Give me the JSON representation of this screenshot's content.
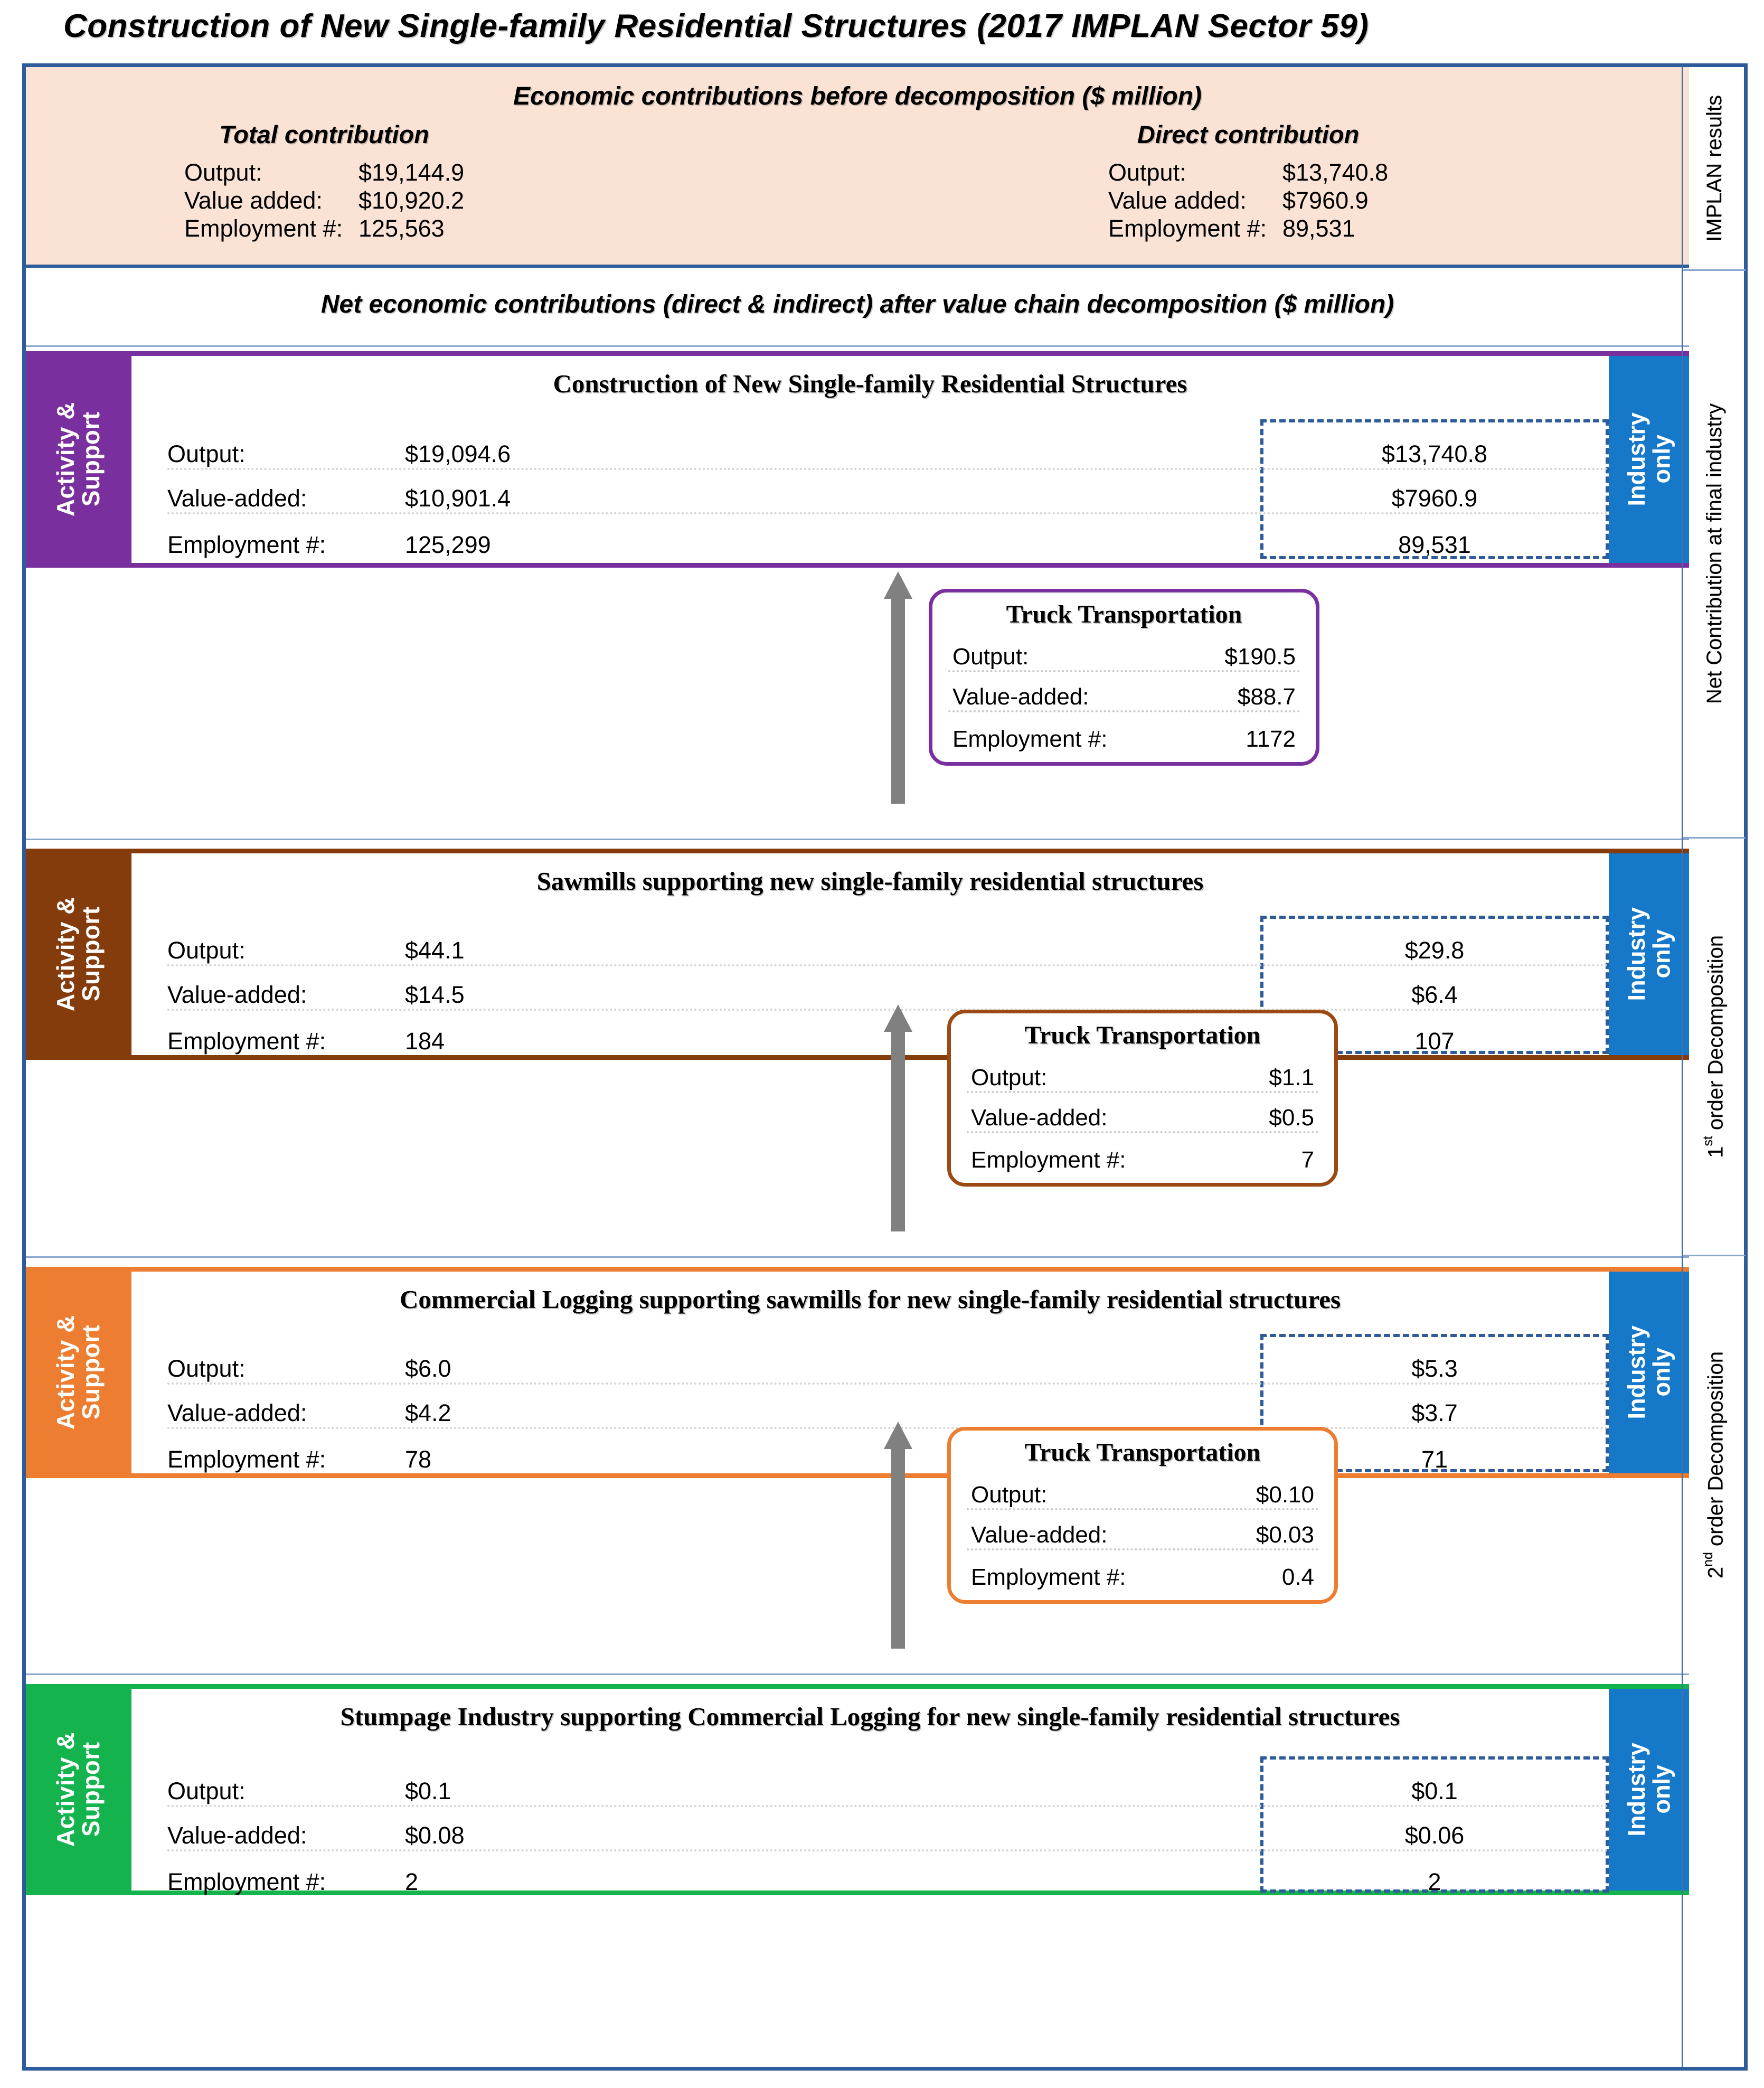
{
  "title": "Construction of New Single-family  Residential Structures (2017 IMPLAN Sector 59)",
  "rail": {
    "implan_results": "IMPLAN results",
    "net_contribution": "Net Contribution at final industry",
    "first_order": "1st order Decomposition",
    "first_order_sup": "st",
    "first_order_pre": "1",
    "first_order_post": " order Decomposition",
    "second_order_pre": "2",
    "second_order_sup": "nd",
    "second_order_post": " order Decomposition"
  },
  "implan_band": {
    "heading": "Economic contributions before decomposition  ($ million)",
    "total": {
      "header": "Total contribution",
      "rows": [
        {
          "label": "Output:",
          "value": "$19,144.9"
        },
        {
          "label": "Value added:",
          "value": "$10,920.2"
        },
        {
          "label": "Employment #:",
          "value": "125,563"
        }
      ]
    },
    "direct": {
      "header": "Direct contribution",
      "rows": [
        {
          "label": "Output:",
          "value": "$13,740.8"
        },
        {
          "label": "Value added:",
          "value": "$7960.9"
        },
        {
          "label": "Employment #:",
          "value": "89,531"
        }
      ]
    }
  },
  "net_heading": "Net economic contributions (direct & indirect) after value chain decomposition ($ million)",
  "labels": {
    "activity_support": "Activity &\nSupport",
    "industry_only": "Industry\nonly"
  },
  "colors": {
    "tier1": "#7A2F9E",
    "tier2": "#843C0C",
    "tier3": "#ED7D31",
    "tier4": "#14B34E",
    "industry_tab": "#1578C8",
    "frame": "#2E5C9A",
    "band_bg": "#FAE3D4",
    "arrow": "#808080"
  },
  "tiers": [
    {
      "name": "construction",
      "title": "Construction of New Single-family Residential Structures",
      "accent": "#7A2F9E",
      "rows": [
        {
          "label": "Output:",
          "value": "$19,094.6",
          "industry": "$13,740.8"
        },
        {
          "label": "Value-added:",
          "value": "$10,901.4",
          "industry": "$7960.9"
        },
        {
          "label": "Employment #:",
          "value": "125,299",
          "industry": "89,531"
        }
      ]
    },
    {
      "name": "sawmills",
      "title": "Sawmills supporting new single-family residential structures",
      "accent": "#843C0C",
      "rows": [
        {
          "label": "Output:",
          "value": "$44.1",
          "industry": "$29.8"
        },
        {
          "label": "Value-added:",
          "value": "$14.5",
          "industry": "$6.4"
        },
        {
          "label": "Employment #:",
          "value": "184",
          "industry": "107"
        }
      ]
    },
    {
      "name": "commercial-logging",
      "title": "Commercial Logging supporting sawmills for new single-family residential structures",
      "accent": "#ED7D31",
      "rows": [
        {
          "label": "Output:",
          "value": "$6.0",
          "industry": "$5.3"
        },
        {
          "label": "Value-added:",
          "value": "$4.2",
          "industry": "$3.7"
        },
        {
          "label": "Employment #:",
          "value": "78",
          "industry": "71"
        }
      ]
    },
    {
      "name": "stumpage",
      "title": "Stumpage Industry supporting Commercial Logging for new single-family residential structures",
      "accent": "#14B34E",
      "rows": [
        {
          "label": "Output:",
          "value": "$0.1",
          "industry": "$0.1"
        },
        {
          "label": "Value-added:",
          "value": "$0.08",
          "industry": "$0.06"
        },
        {
          "label": "Employment #:",
          "value": "2",
          "industry": "2"
        }
      ]
    }
  ],
  "truck_boxes": [
    {
      "name": "truck-1",
      "title": "Truck Transportation",
      "accent": "#7A2F9E",
      "rows": [
        {
          "label": "Output:",
          "value": "$190.5"
        },
        {
          "label": "Value-added:",
          "value": "$88.7"
        },
        {
          "label": "Employment #:",
          "value": "1172"
        }
      ]
    },
    {
      "name": "truck-2",
      "title": "Truck Transportation",
      "accent": "#9C4A14",
      "rows": [
        {
          "label": "Output:",
          "value": "$1.1"
        },
        {
          "label": "Value-added:",
          "value": "$0.5"
        },
        {
          "label": "Employment #:",
          "value": "7"
        }
      ]
    },
    {
      "name": "truck-3",
      "title": "Truck Transportation",
      "accent": "#ED7D31",
      "rows": [
        {
          "label": "Output:",
          "value": "$0.10"
        },
        {
          "label": "Value-added:",
          "value": "$0.03"
        },
        {
          "label": "Employment #:",
          "value": "0.4"
        }
      ]
    }
  ]
}
